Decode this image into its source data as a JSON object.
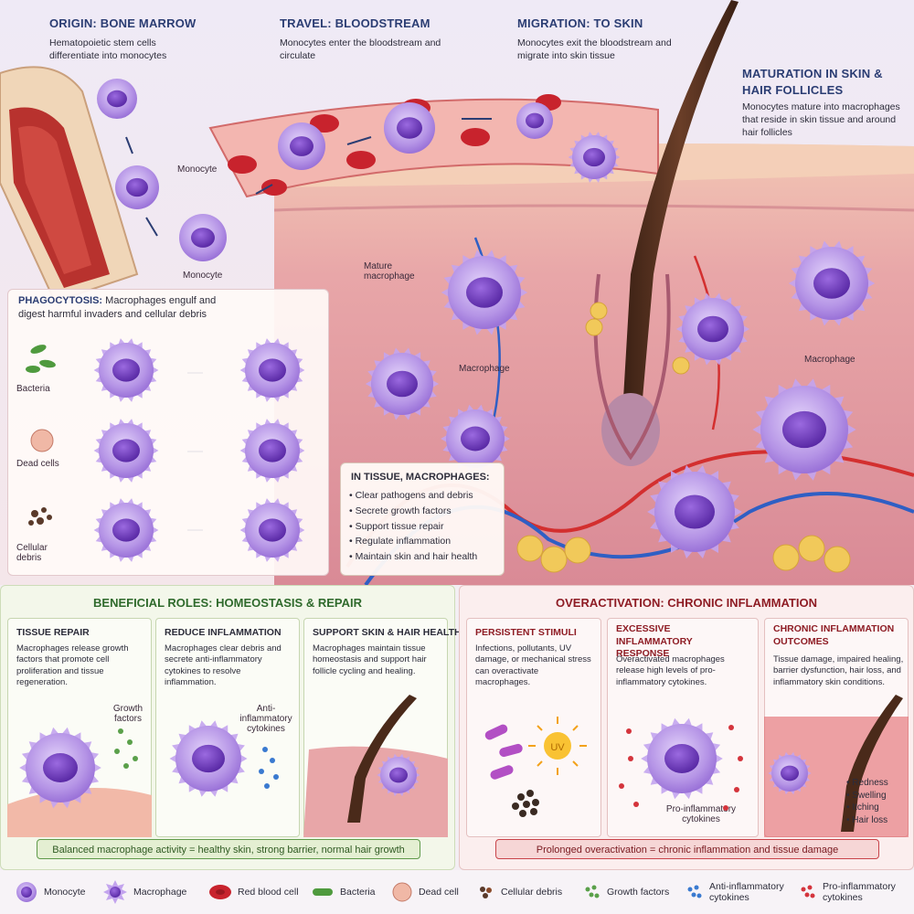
{
  "stages": [
    {
      "title": "ORIGIN: BONE MARROW",
      "desc": "Hematopoietic stem cells differentiate into monocytes"
    },
    {
      "title": "TRAVEL: BLOODSTREAM",
      "desc": "Monocytes enter the bloodstream and circulate"
    },
    {
      "title": "MIGRATION: TO SKIN",
      "desc": "Monocytes exit the bloodstream and migrate into skin tissue"
    },
    {
      "title": "MATURATION IN SKIN & HAIR FOLLICLES",
      "desc": "Monocytes mature into macrophages that reside in skin tissue and around hair follicles"
    }
  ],
  "labels": {
    "monocyte_small": "Monocyte",
    "mature_macrophage": "Mature macrophage",
    "macrophage_right": "Macrophage",
    "macrophage_mid": "Macrophage"
  },
  "phagocytosis": {
    "title": "PHAGOCYTOSIS:",
    "desc": "Macrophages engulf and digest harmful invaders and cellular debris",
    "rows": [
      "Bacteria",
      "Dead cells",
      "Cellular debris"
    ]
  },
  "tissue": {
    "title": "IN TISSUE, MACROPHAGES:",
    "items": [
      "Clear pathogens and debris",
      "Secrete growth factors",
      "Support tissue repair",
      "Regulate inflammation",
      "Maintain skin and hair health"
    ]
  },
  "beneficial": {
    "heading": "BENEFICIAL ROLES: HOMEOSTASIS & REPAIR",
    "cols": [
      {
        "title": "TISSUE REPAIR",
        "desc": "Macrophages release growth factors that promote cell proliferation and tissue regeneration.",
        "label": "Growth factors"
      },
      {
        "title": "REDUCE INFLAMMATION",
        "desc": "Macrophages clear debris and secrete anti-inflammatory cytokines to resolve inflammation.",
        "label": "Anti-inflammatory cytokines"
      },
      {
        "title": "SUPPORT SKIN & HAIR HEALTH",
        "desc": "Macrophages maintain tissue homeostasis and support hair follicle cycling and healing.",
        "label": ""
      }
    ],
    "bar": "Balanced macrophage activity = healthy skin, strong barrier, normal hair growth"
  },
  "overactivation": {
    "heading": "OVERACTIVATION: CHRONIC INFLAMMATION",
    "cols": [
      {
        "title": "PERSISTENT STIMULI",
        "desc": "Infections, pollutants, UV damage, or mechanical stress can overactivate macrophages.",
        "label": "UV"
      },
      {
        "title": "EXCESSIVE INFLAMMATORY RESPONSE",
        "desc": "Overactivated macrophages release high levels of pro-inflammatory cytokines.",
        "label": "Pro-inflammatory cytokines"
      },
      {
        "title": "CHRONIC INFLAMMATION OUTCOMES",
        "desc": "Tissue damage, impaired healing, barrier dysfunction, hair loss, and inflammatory skin conditions.",
        "label": ""
      }
    ],
    "outcomes": [
      "Redness",
      "Swelling",
      "Itching",
      "Hair loss"
    ],
    "bar": "Prolonged overactivation = chronic inflammation and tissue damage"
  },
  "legend": [
    "Monocyte",
    "Macrophage",
    "Red blood cell",
    "Bacteria",
    "Dead cell",
    "Cellular debris",
    "Growth factors",
    "Anti-inflammatory cytokines",
    "Pro-inflammatory cytokines"
  ],
  "colors": {
    "stage_title": "#2b3d73",
    "beneficial": "#2f6a2c",
    "overactivation": "#8e1c24",
    "cell": "#9a6fd6",
    "nucleus": "#6b3bb8",
    "rbc": "#c8232d"
  }
}
